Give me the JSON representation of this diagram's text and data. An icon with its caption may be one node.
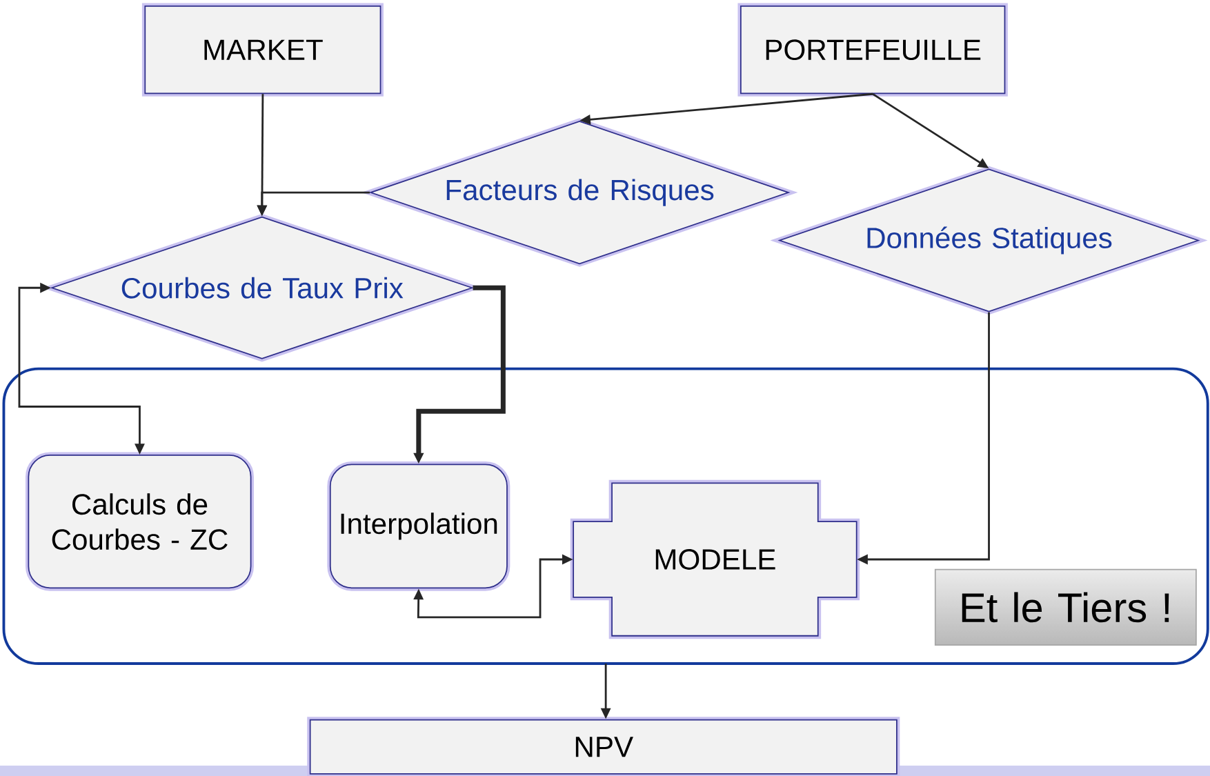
{
  "diagram": {
    "nodes": [
      {
        "text": [
          "MARKET"
        ]
      },
      {
        "text": [
          "PORTEFEUILLE"
        ]
      },
      {
        "text": [
          "Facteurs de Risques"
        ]
      },
      {
        "text": [
          "Données Statiques"
        ]
      },
      {
        "text": [
          "Courbes de Taux Prix"
        ]
      },
      {
        "text": [],
        "shape": "box"
      },
      {
        "text": [
          "Calculs de Courbes - ZC"
        ],
        "in": 5
      },
      {
        "text": [
          "Interpolation"
        ],
        "in": 5
      },
      {
        "text": [
          "MODELE"
        ],
        "in": 5
      },
      {
        "text": [
          "Et le Tiers !"
        ],
        "in": 5
      },
      {
        "text": [
          "NPV"
        ]
      }
    ],
    "edges": [
      {
        "from": 0,
        "to": 4,
        "arrow": "to"
      },
      {
        "from": 2,
        "to": 4,
        "arrow": "to"
      },
      {
        "from": 1,
        "to": 2,
        "arrow": "to"
      },
      {
        "from": 1,
        "to": 3,
        "arrow": "to"
      },
      {
        "from": 4,
        "to": 6,
        "arrow": "both"
      },
      {
        "from": 4,
        "to": 7,
        "arrow": "to",
        "style": "thick"
      },
      {
        "from": 3,
        "to": 8,
        "arrow": "to"
      },
      {
        "from": 7,
        "to": 8,
        "arrow": "both"
      },
      {
        "from": 5,
        "to": 10,
        "arrow": "to"
      }
    ]
  }
}
